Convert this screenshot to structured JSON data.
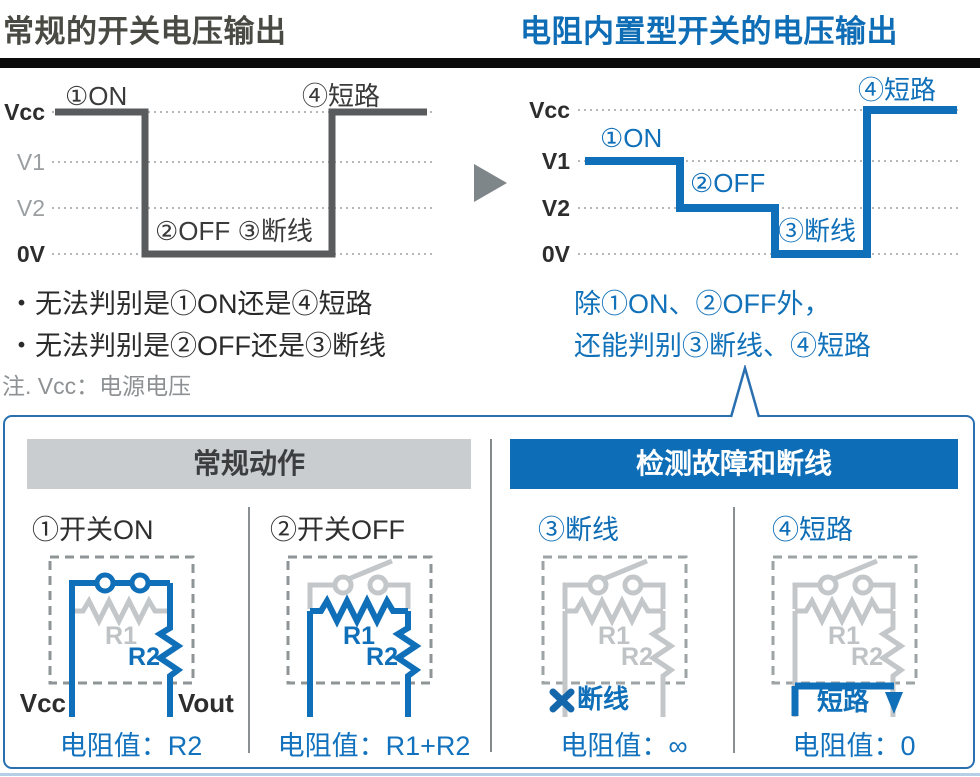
{
  "header": {
    "title_left": "常规的开关电压输出",
    "title_right": "电阻内置型开关的电压输出"
  },
  "chart_data": [
    {
      "type": "step-line",
      "title": "常规的开关电压输出",
      "levels": [
        "Vcc",
        "V1",
        "V2",
        "0V"
      ],
      "line_color": "#595b5d",
      "steps": [
        {
          "label": "①ON",
          "level": "Vcc"
        },
        {
          "label": "②OFF ③断线",
          "level": "0V"
        },
        {
          "label": "④短路",
          "level": "Vcc"
        }
      ],
      "grid": "dotted horizontal lines at Vcc, V1, V2, 0V"
    },
    {
      "type": "step-line",
      "title": "电阻内置型开关的电压输出",
      "levels": [
        "Vcc",
        "V1",
        "V2",
        "0V"
      ],
      "line_color": "#0f6fb8",
      "steps": [
        {
          "label": "①ON",
          "level": "V1"
        },
        {
          "label": "②OFF",
          "level": "V2"
        },
        {
          "label": "③断线",
          "level": "0V"
        },
        {
          "label": "④短路",
          "level": "Vcc"
        }
      ],
      "grid": "dotted horizontal lines at Vcc, V1, V2, 0V"
    }
  ],
  "bullets": [
    "・无法判别是①ON还是④短路",
    "・无法判别是②OFF还是③断线"
  ],
  "footnote": "注. Vcc：电源电压",
  "right_notes": [
    "除①ON、②OFF外，",
    "还能判别③断线、④短路"
  ],
  "panel": {
    "header_left": "常规动作",
    "header_right": "检测故障和断线",
    "circuits": [
      {
        "title": "①开关ON",
        "r1": "R1",
        "r2": "R2",
        "pin_left": "Vcc",
        "pin_right": "Vout",
        "result": "电阻值：R2"
      },
      {
        "title": "②开关OFF",
        "r1": "R1",
        "r2": "R2",
        "result": "电阻值：R1+R2"
      },
      {
        "title": "③断线",
        "r1": "R1",
        "r2": "R2",
        "fault": "断线",
        "result": "电阻值：∞"
      },
      {
        "title": "④短路",
        "r1": "R1",
        "r2": "R2",
        "fault": "短路",
        "result": "电阻值：0"
      }
    ]
  },
  "colors": {
    "blue": "#0f6fb8",
    "header_blue": "#0d6db6",
    "panel_border_blue": "#2a6fb0",
    "gray_waveform": "#595b5d",
    "gray_circuit": "#c3c7c9",
    "dotted_grid": "#b4b8ba",
    "title_dark": "#4a4a45",
    "black_rule": "#0b0b0b"
  }
}
